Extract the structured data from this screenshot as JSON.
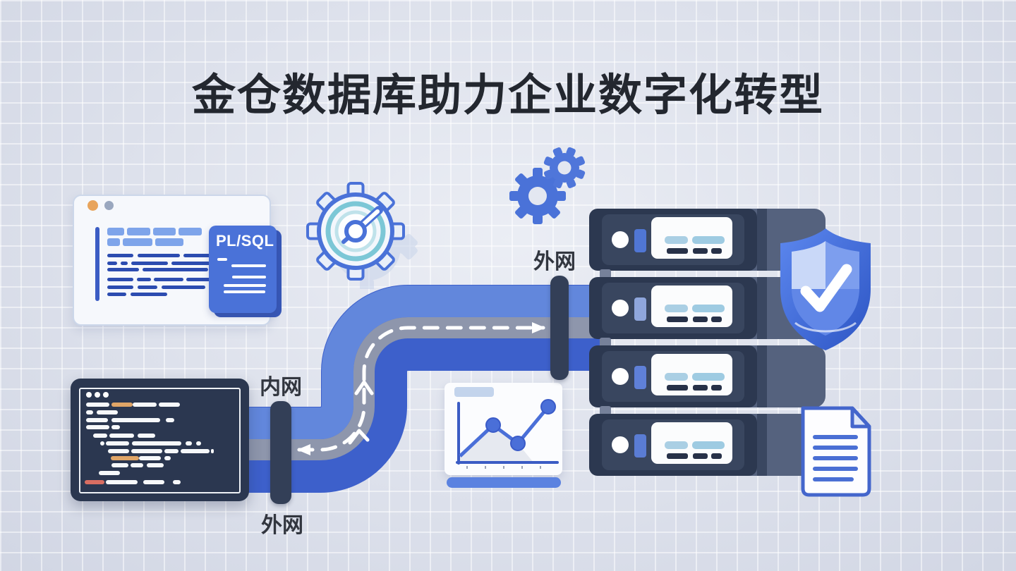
{
  "title": "金仓数据库助力企业数字化转型",
  "labels": {
    "plsql": "PL/SQL",
    "external_net_top": "外网",
    "internal_net": "内网",
    "external_net_bottom": "外网"
  },
  "servers": {
    "count": 4
  },
  "colors": {
    "accent_blue": "#4a72d8",
    "pipe_dark": "#3d60cb",
    "pipe_light": "#6287dc",
    "pipe_gray": "#8e96ac",
    "server_body": "#2c3850",
    "server_side": "#55627e",
    "shield_gradient": [
      "#5c87ee",
      "#2d55c4"
    ],
    "background": "#e2e6f0",
    "code_orange": "#e0a567",
    "code_red": "#d96e62",
    "cyan_bar": "#a5cfe3"
  },
  "chart_data": {
    "type": "line",
    "title": "",
    "xlabel": "",
    "ylabel": "",
    "x_tick_count": 5,
    "tick_labels_visible": false,
    "points_norm_0to5": [
      [
        0,
        1.0
      ],
      [
        1.7,
        3.6
      ],
      [
        3.0,
        2.3
      ],
      [
        4.6,
        4.7
      ]
    ],
    "ylim": [
      0,
      5
    ],
    "grid": false,
    "legend": "none",
    "marker_points": 3,
    "area_fill": "under first peak, light gray"
  }
}
